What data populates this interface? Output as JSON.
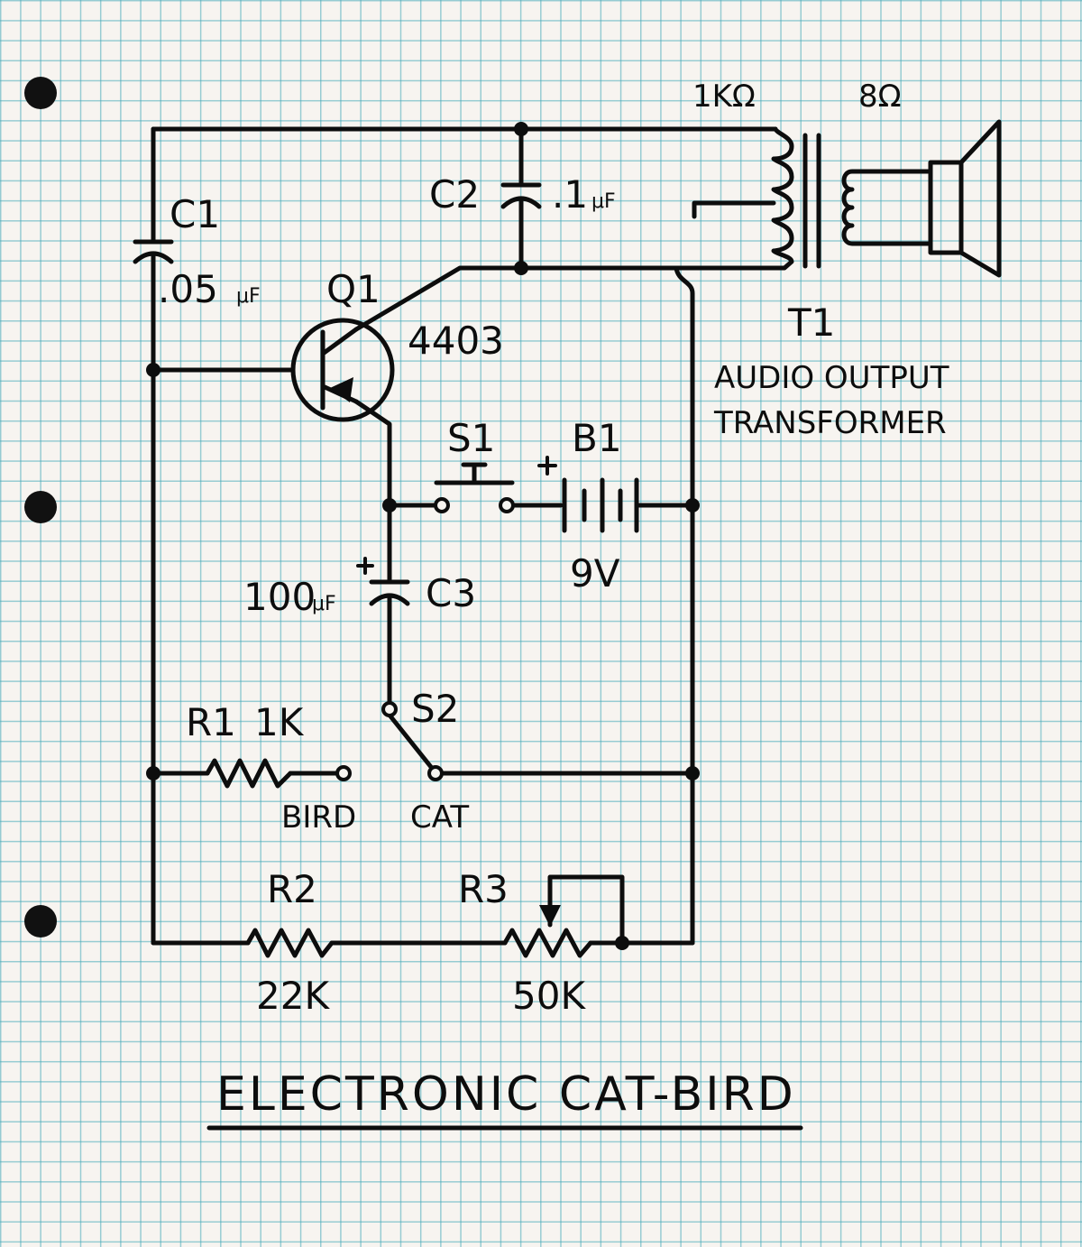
{
  "title": "ELECTRONIC CAT-BIRD",
  "components": {
    "c1": {
      "name": "C1",
      "value": ".05",
      "unit": "μF"
    },
    "c2": {
      "name": "C2",
      "value": ".1",
      "unit": "μF"
    },
    "c3": {
      "name": "C3",
      "value": "100",
      "unit": "μF",
      "polarity": "+"
    },
    "q1": {
      "name": "Q1",
      "part": "4403"
    },
    "t1": {
      "name": "T1",
      "desc_line1": "AUDIO OUTPUT",
      "desc_line2": "TRANSFORMER",
      "primary": "1KΩ",
      "secondary": "8Ω"
    },
    "s1": {
      "name": "S1"
    },
    "b1": {
      "name": "B1",
      "value": "9V",
      "polarity": "+"
    },
    "s2": {
      "name": "S2",
      "pos_bird": "BIRD",
      "pos_cat": "CAT"
    },
    "r1": {
      "name": "R1",
      "value": "1K"
    },
    "r2": {
      "name": "R2",
      "value": "22K"
    },
    "r3": {
      "name": "R3",
      "value": "50K"
    }
  },
  "colors": {
    "ink": "#0d0d0d",
    "paper": "#f7f4f0",
    "grid": "#46aab9"
  }
}
